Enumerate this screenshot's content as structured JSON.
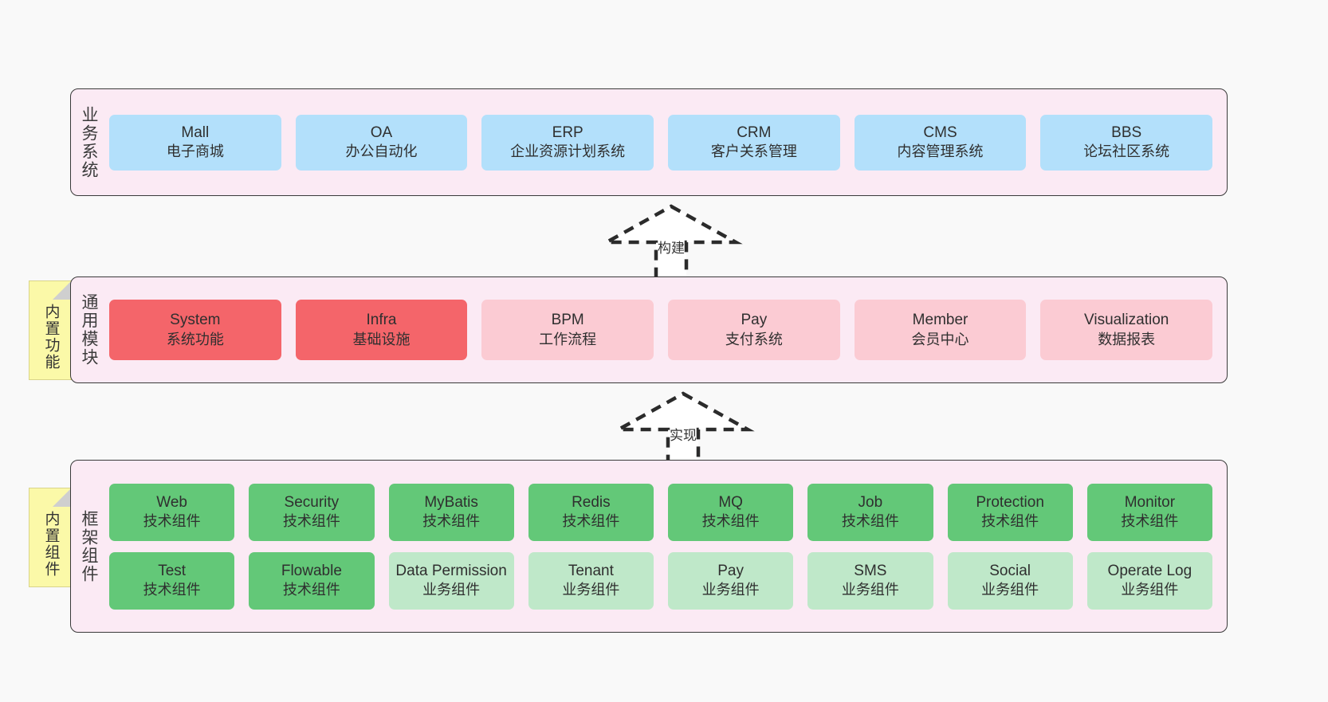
{
  "diagram": {
    "background_color": "#f9f9f9",
    "band_fill": "#fbeaf4",
    "band_border": "#3a3a3a",
    "note_fill": "#fbf9a8"
  },
  "notes": [
    {
      "name": "builtin-function",
      "text": "内置功能"
    },
    {
      "name": "builtin-component",
      "text": "内置组件"
    }
  ],
  "arrows": [
    {
      "name": "build",
      "label": "构建"
    },
    {
      "name": "implement",
      "label": "实现"
    }
  ],
  "bands": {
    "business": {
      "title": "业务系统",
      "color": "#b3e0fb",
      "cards": [
        {
          "en": "Mall",
          "cn": "电子商城"
        },
        {
          "en": "OA",
          "cn": "办公自动化"
        },
        {
          "en": "ERP",
          "cn": "企业资源计划系统"
        },
        {
          "en": "CRM",
          "cn": "客户关系管理"
        },
        {
          "en": "CMS",
          "cn": "内容管理系统"
        },
        {
          "en": "BBS",
          "cn": "论坛社区系统"
        }
      ]
    },
    "common": {
      "title": "通用模块",
      "color_strong": "#f4656a",
      "color_light": "#fbcbd3",
      "cards": [
        {
          "en": "System",
          "cn": "系统功能",
          "tone": "strong"
        },
        {
          "en": "Infra",
          "cn": "基础设施",
          "tone": "strong"
        },
        {
          "en": "BPM",
          "cn": "工作流程",
          "tone": "light"
        },
        {
          "en": "Pay",
          "cn": "支付系统",
          "tone": "light"
        },
        {
          "en": "Member",
          "cn": "会员中心",
          "tone": "light"
        },
        {
          "en": "Visualization",
          "cn": "数据报表",
          "tone": "light"
        }
      ]
    },
    "framework": {
      "title": "框架组件",
      "color_strong": "#63c878",
      "color_light": "#bfe8c9",
      "row1": [
        {
          "en": "Web",
          "cn": "技术组件",
          "tone": "strong"
        },
        {
          "en": "Security",
          "cn": "技术组件",
          "tone": "strong"
        },
        {
          "en": "MyBatis",
          "cn": "技术组件",
          "tone": "strong"
        },
        {
          "en": "Redis",
          "cn": "技术组件",
          "tone": "strong"
        },
        {
          "en": "MQ",
          "cn": "技术组件",
          "tone": "strong"
        },
        {
          "en": "Job",
          "cn": "技术组件",
          "tone": "strong"
        },
        {
          "en": "Protection",
          "cn": "技术组件",
          "tone": "strong"
        },
        {
          "en": "Monitor",
          "cn": "技术组件",
          "tone": "strong"
        }
      ],
      "row2": [
        {
          "en": "Test",
          "cn": "技术组件",
          "tone": "strong"
        },
        {
          "en": "Flowable",
          "cn": "技术组件",
          "tone": "strong"
        },
        {
          "en": "Data Permission",
          "cn": "业务组件",
          "tone": "light"
        },
        {
          "en": "Tenant",
          "cn": "业务组件",
          "tone": "light"
        },
        {
          "en": "Pay",
          "cn": "业务组件",
          "tone": "light"
        },
        {
          "en": "SMS",
          "cn": "业务组件",
          "tone": "light"
        },
        {
          "en": "Social",
          "cn": "业务组件",
          "tone": "light"
        },
        {
          "en": "Operate Log",
          "cn": "业务组件",
          "tone": "light"
        }
      ]
    }
  }
}
